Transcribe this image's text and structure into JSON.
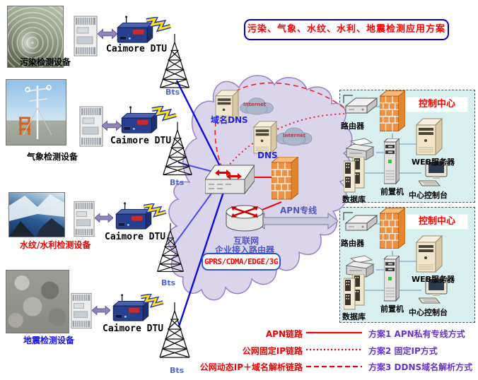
{
  "title": "污染、气象、水纹、水利、地震检测应用方案",
  "monitoring_sites": [
    {
      "label": "污染检测设备",
      "dtu": "Caimore DTU",
      "bts": "Bts"
    },
    {
      "label": "气象检测设备",
      "dtu": "Caimore DTU",
      "bts": "Bts"
    },
    {
      "label": "水纹/水利检测设备",
      "dtu": "Caimore DTU",
      "bts": "Bts"
    },
    {
      "label": "地震检测设备",
      "dtu": "Caimore DTU",
      "bts": "Bts"
    }
  ],
  "cloud": {
    "domain_dns_label": "域名DNS",
    "dns_label": "DNS",
    "internet_small_cloud_label": "Internet",
    "internet_label": "互联网",
    "access_router_label": "企业接入路由器",
    "network_box_label": "GPRS/CDMA/EDGE/3G",
    "apn_line_label": "APN专线"
  },
  "control_centers": [
    {
      "title": "控制中心",
      "router": "路由器",
      "front_machine": "前置机",
      "web_server": "WEB服务器",
      "database": "数据库",
      "console": "中心控制台"
    },
    {
      "title": "控制中心",
      "router": "路由器",
      "front_machine": "前置机",
      "web_server": "WEB服务器",
      "database": "数据库",
      "console": "中心控制台"
    }
  ],
  "legend": {
    "items": [
      {
        "link_label": "APN链路",
        "line_style": "solid",
        "scheme_label": "方案1 APN私有专线方式"
      },
      {
        "link_label": "公网固定IP链路",
        "line_style": "dotted",
        "scheme_label": "方案2 固定IP方式"
      },
      {
        "link_label": "公网动态IP＋域名解析链路",
        "line_style": "dashed",
        "scheme_label": "方案3 DDNS域名解析方式"
      }
    ]
  },
  "colors": {
    "title_text": "#ff0000",
    "title_border": "#0000cc",
    "cloud_fill": "#dbd5ec",
    "cloud_stroke": "#9b7fc5",
    "tower_link_blue": "#0a0ae0",
    "link_red": "#ee0000",
    "label_blue": "#5055c0",
    "control_center_bg": "#d7efef",
    "legend_scheme_text": "#6633cc"
  }
}
